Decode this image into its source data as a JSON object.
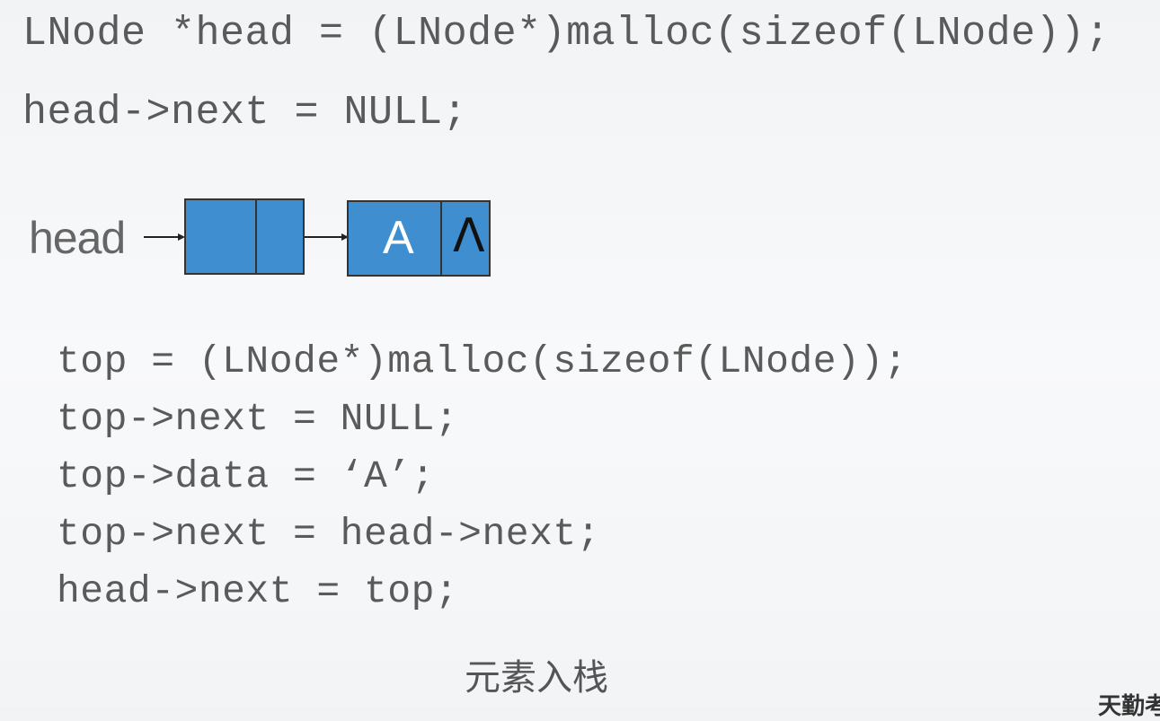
{
  "code_top": [
    "LNode *head = (LNode*)malloc(sizeof(LNode));",
    "head->next = NULL;"
  ],
  "diagram": {
    "head_label": "head",
    "node_value": "A",
    "null_symbol": "Λ",
    "node_color": "#3f8fd0"
  },
  "code_bottom": [
    "top = (LNode*)malloc(sizeof(LNode));",
    "top->next = NULL;",
    "top->data = ‘A’;",
    "top->next = head->next;",
    "head->next = top;"
  ],
  "caption": "元素入栈",
  "watermark": "天勤考"
}
